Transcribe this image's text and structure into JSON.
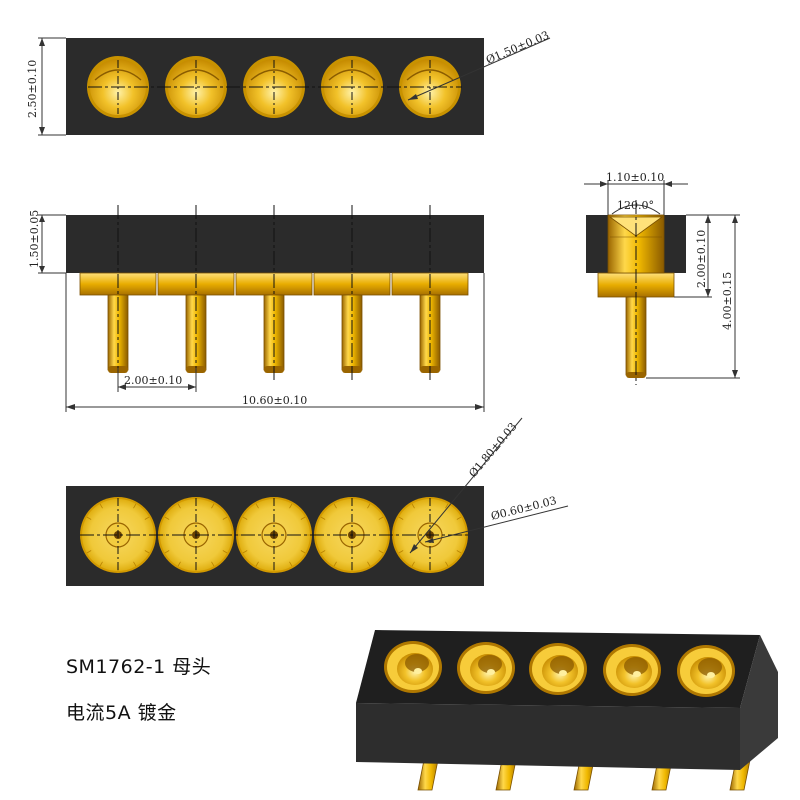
{
  "product": {
    "model_line": "SM1762-1 母头",
    "spec_line": "电流5A 镀金"
  },
  "dimensions": {
    "top_height": "2.50±0.10",
    "top_hole_dia": "Ø1.50±0.03",
    "front_body_height": "1.50±0.05",
    "pitch": "2.00±0.10",
    "overall_length": "10.60±0.10",
    "side_head_width": "1.10±0.10",
    "side_angle": "120.0°",
    "side_body_height": "2.00±0.10",
    "side_total_height": "4.00±0.15",
    "bottom_outer_dia": "Ø1.80±0.03",
    "bottom_inner_dia": "Ø0.60±0.03"
  },
  "pin_count": 5,
  "colors": {
    "body": "#2b2b2b",
    "gold_light": "#ffd24a",
    "gold": "#e0a800",
    "gold_dark": "#a86e00",
    "dim_line": "#333333"
  }
}
